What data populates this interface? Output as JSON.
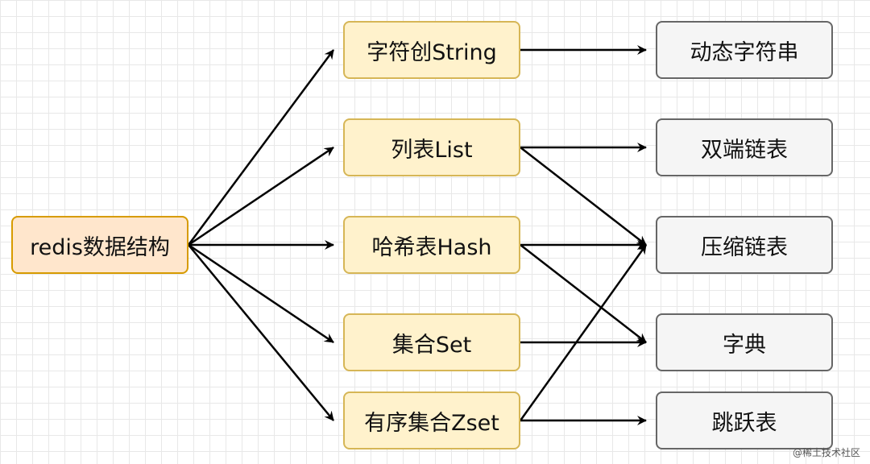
{
  "colors": {
    "root_fill": "#ffe6cc",
    "root_border": "#d79b00",
    "type_fill": "#fff2cc",
    "type_border": "#d6b656",
    "impl_fill": "#f5f5f5",
    "impl_border": "#666666",
    "edge": "#000000"
  },
  "root": {
    "id": "redis",
    "label": "redis数据结构"
  },
  "types": [
    {
      "id": "string",
      "label": "字符创String"
    },
    {
      "id": "list",
      "label": "列表List"
    },
    {
      "id": "hash",
      "label": "哈希表Hash"
    },
    {
      "id": "set",
      "label": "集合Set"
    },
    {
      "id": "zset",
      "label": "有序集合Zset"
    }
  ],
  "implementations": [
    {
      "id": "sds",
      "label": "动态字符串"
    },
    {
      "id": "linkedlist",
      "label": "双端链表"
    },
    {
      "id": "ziplist",
      "label": "压缩链表"
    },
    {
      "id": "dict",
      "label": "字典"
    },
    {
      "id": "skiplist",
      "label": "跳跃表"
    }
  ],
  "edges": [
    {
      "from": "redis",
      "to": "string"
    },
    {
      "from": "redis",
      "to": "list"
    },
    {
      "from": "redis",
      "to": "hash"
    },
    {
      "from": "redis",
      "to": "set"
    },
    {
      "from": "redis",
      "to": "zset"
    },
    {
      "from": "string",
      "to": "sds"
    },
    {
      "from": "list",
      "to": "linkedlist"
    },
    {
      "from": "list",
      "to": "ziplist"
    },
    {
      "from": "hash",
      "to": "ziplist"
    },
    {
      "from": "hash",
      "to": "dict"
    },
    {
      "from": "set",
      "to": "dict"
    },
    {
      "from": "zset",
      "to": "ziplist"
    },
    {
      "from": "zset",
      "to": "skiplist"
    }
  ],
  "watermark": "@稀土技术社区"
}
